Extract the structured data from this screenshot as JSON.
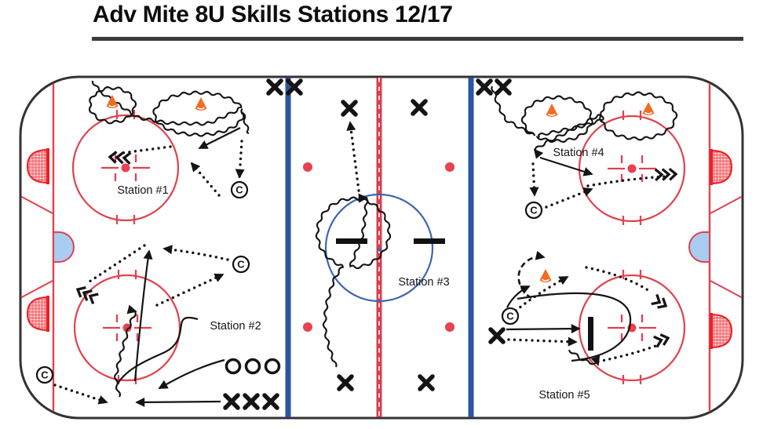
{
  "title": "Adv Mite 8U Skills Stations 12/17",
  "stations": [
    {
      "label": "Station #1"
    },
    {
      "label": "Station #2"
    },
    {
      "label": "Station #3"
    },
    {
      "label": "Station #4"
    },
    {
      "label": "Station #5"
    }
  ],
  "coach_label": "C",
  "colors": {
    "line_red": "#e0424e",
    "net_red": "#ec2027",
    "crease_blue": "#a9cdf0",
    "blue_line": "#2a55a0",
    "center_circle_blue": "#3b67b0",
    "center_line_red": "#d83f4d",
    "cone_orange": "#f26b21",
    "ink_black": "#141414",
    "boards_gray": "#333333",
    "dot_red": "#e8414f",
    "title_underline": "#3b3b3b"
  }
}
